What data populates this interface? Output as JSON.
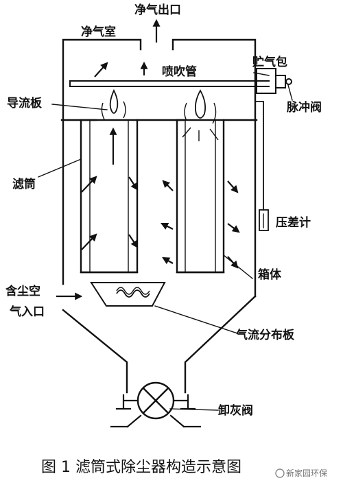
{
  "labels": {
    "clean_air_outlet": "净气出口",
    "clean_air_chamber": "净气室",
    "air_reservoir": "贮气包",
    "blow_pipe": "喷吹管",
    "pulse_valve": "脉冲阀",
    "deflector": "导流板",
    "filter_cartridge": "滤筒",
    "pressure_gauge": "压差计",
    "housing": "箱体",
    "dusty_air_inlet_line1": "含尘空",
    "dusty_air_inlet_line2": "气入口",
    "air_distribution_plate": "气流分布板",
    "ash_valve": "卸灰阀"
  },
  "caption": "图 1  滤筒式除尘器构造示意图",
  "watermark": "新家园环保",
  "colors": {
    "ink": "#111111",
    "background": "#ffffff"
  }
}
